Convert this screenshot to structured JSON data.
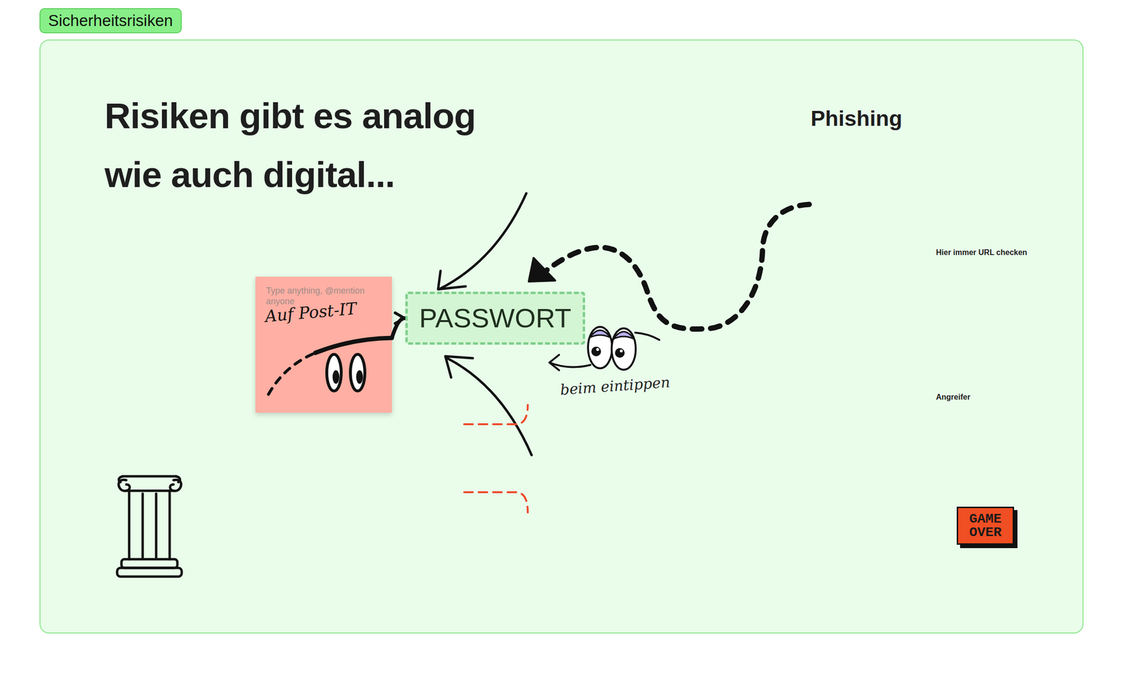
{
  "diagram": {
    "title": "Risiken gibt es analog wie auch digital...",
    "nodes": [
      {
        "text": [
          "Sicherheitsrisiken"
        ]
      },
      {
        "text": [
          "Type anything, @mention anyone",
          "Auf Post-IT"
        ],
        "in": 0
      },
      {
        "text": [
          "PASSWORT"
        ],
        "in": 0
      },
      {
        "text": [
          "GAME OVER"
        ],
        "in": 0
      }
    ],
    "edges": [
      {
        "from": 1,
        "to": 2,
        "arrow": "to"
      }
    ],
    "labels": [
      "Phishing",
      "Hier immer URL checken",
      "Angreifer",
      "beim eintippen"
    ]
  }
}
